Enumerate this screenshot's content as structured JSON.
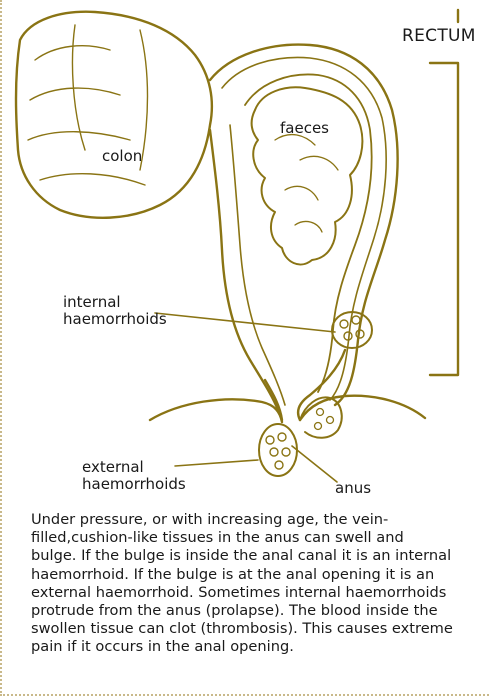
{
  "diagram": {
    "labels": {
      "rectum": "RECTUM",
      "faeces": "faeces",
      "colon": "colon",
      "internal_haemorrhoids": [
        "internal",
        "haemorrhoids"
      ],
      "external_haemorrhoids": [
        "external",
        "haemorrhoids"
      ],
      "anus": "anus"
    },
    "ink_color": "#8a7414"
  },
  "caption": {
    "lines": [
      "Under pressure, or with increasing age, the vein-",
      "filled,cushion-like tissues in the anus can swell and",
      "bulge. If the bulge is inside the anal canal it is an internal",
      "haemorrhoid. If the bulge is at the anal opening it is an",
      "external haemorrhoid. Sometimes internal haemorrhoids",
      "protrude from the anus (prolapse). The blood inside the",
      "swollen tissue can clot (thrombosis). This causes extreme",
      "pain if it occurs in the anal opening."
    ]
  }
}
